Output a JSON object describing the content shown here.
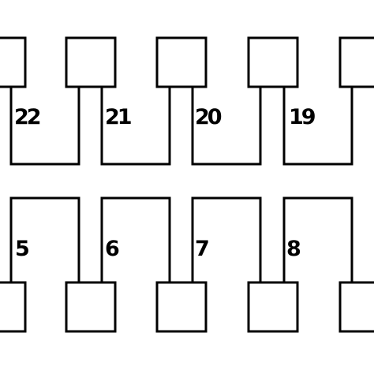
{
  "colors": {
    "line": "#000000",
    "background": "#ffffff",
    "pad_fill": "#ffffff"
  },
  "top_row": {
    "labels": [
      "22",
      "21",
      "20",
      "19"
    ]
  },
  "bottom_row": {
    "labels": [
      "5",
      "6",
      "7",
      "8"
    ]
  }
}
